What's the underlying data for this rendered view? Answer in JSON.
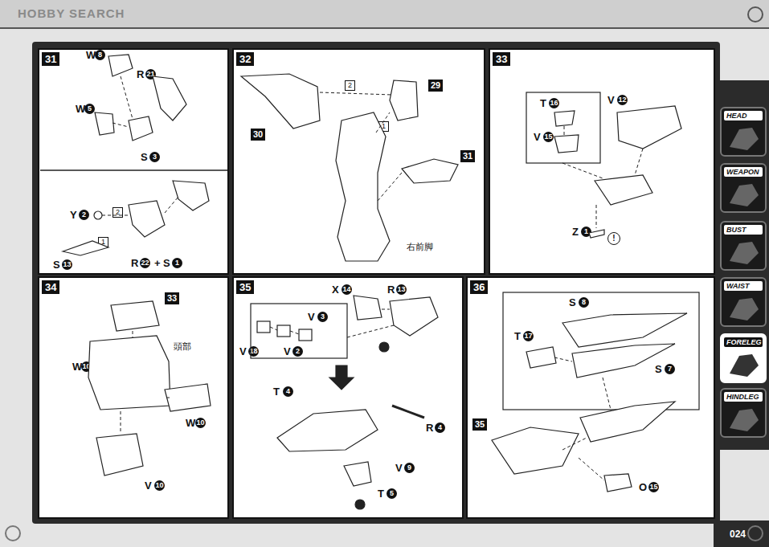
{
  "diagram": {
    "nodes": [
      {
        "text": [
          "31"
        ]
      },
      {
        "text": [
          "32"
        ]
      },
      {
        "text": [
          "33"
        ]
      },
      {
        "text": [
          "34"
        ]
      },
      {
        "text": [
          "35"
        ]
      },
      {
        "text": [
          "36"
        ]
      },
      {
        "text": [
          "HEAD"
        ]
      },
      {
        "text": [
          "WEAPON"
        ]
      },
      {
        "text": [
          "BUST"
        ]
      },
      {
        "text": [
          "WAIST"
        ]
      },
      {
        "text": [
          "FORELEG"
        ]
      },
      {
        "text": [
          "HINDLEG"
        ]
      }
    ],
    "labels": [
      "HOBBY SEARCH",
      "W",
      "8",
      "R",
      "21",
      "W",
      "5",
      "S",
      "3",
      "Y",
      "2",
      "2",
      "1",
      "S",
      "13",
      "R",
      "22",
      "+",
      "S",
      "1",
      "2",
      "29",
      "30",
      "1",
      "31",
      "右前脚",
      "T",
      "16",
      "V",
      "12",
      "V",
      "15",
      "Z",
      "1",
      "!",
      "33",
      "W",
      "10",
      "頭部",
      "W",
      "10",
      "V",
      "10",
      "X",
      "14",
      "R",
      "13",
      "V",
      "3",
      "V",
      "18",
      "V",
      "2",
      "T",
      "4",
      "R",
      "4",
      "V",
      "9",
      "T",
      "5",
      "S",
      "8",
      "T",
      "17",
      "S",
      "7",
      "35",
      "O",
      "15",
      "024"
    ]
  }
}
